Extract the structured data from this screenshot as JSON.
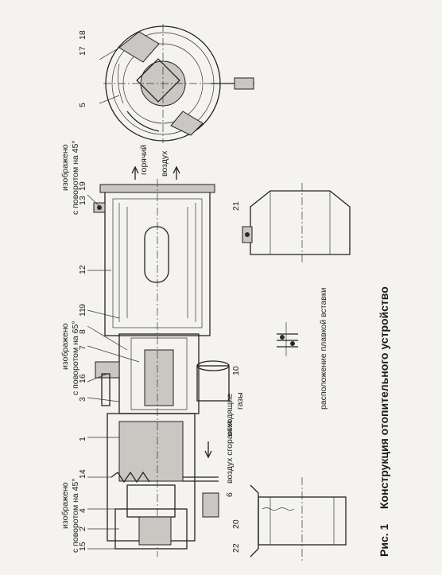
{
  "caption": {
    "fig": "Рис. 1",
    "title": "Конструкция отопительного устройство"
  },
  "annotations": {
    "rot45_top_a": "изображено",
    "rot45_top_b": "с поворотом на 45°",
    "rot65_a": "изображено",
    "rot65_b": "с поворотом на 65°",
    "rot45_bottom_a": "изображено",
    "rot45_bottom_b": "с поворотом на 45°",
    "hot_air": "горячий",
    "air": "воздух",
    "combustion_air": "воздух сгорания",
    "exhaust_a": "отходящие",
    "exhaust_b": "газы",
    "fuse_position": "расположение плавкой вставки"
  },
  "part_numbers": {
    "n18": "18",
    "n17": "17",
    "n5": "5",
    "n19": "19",
    "n13": "13",
    "n21": "21",
    "n12": "12",
    "n11": "11",
    "n9": "9",
    "n8": "8",
    "n7": "7",
    "n16": "16",
    "n3": "3",
    "n10": "10",
    "n1": "1",
    "n6": "6",
    "n14": "14",
    "n4": "4",
    "n2": "2",
    "n15": "15",
    "n20": "20",
    "n22": "22"
  }
}
